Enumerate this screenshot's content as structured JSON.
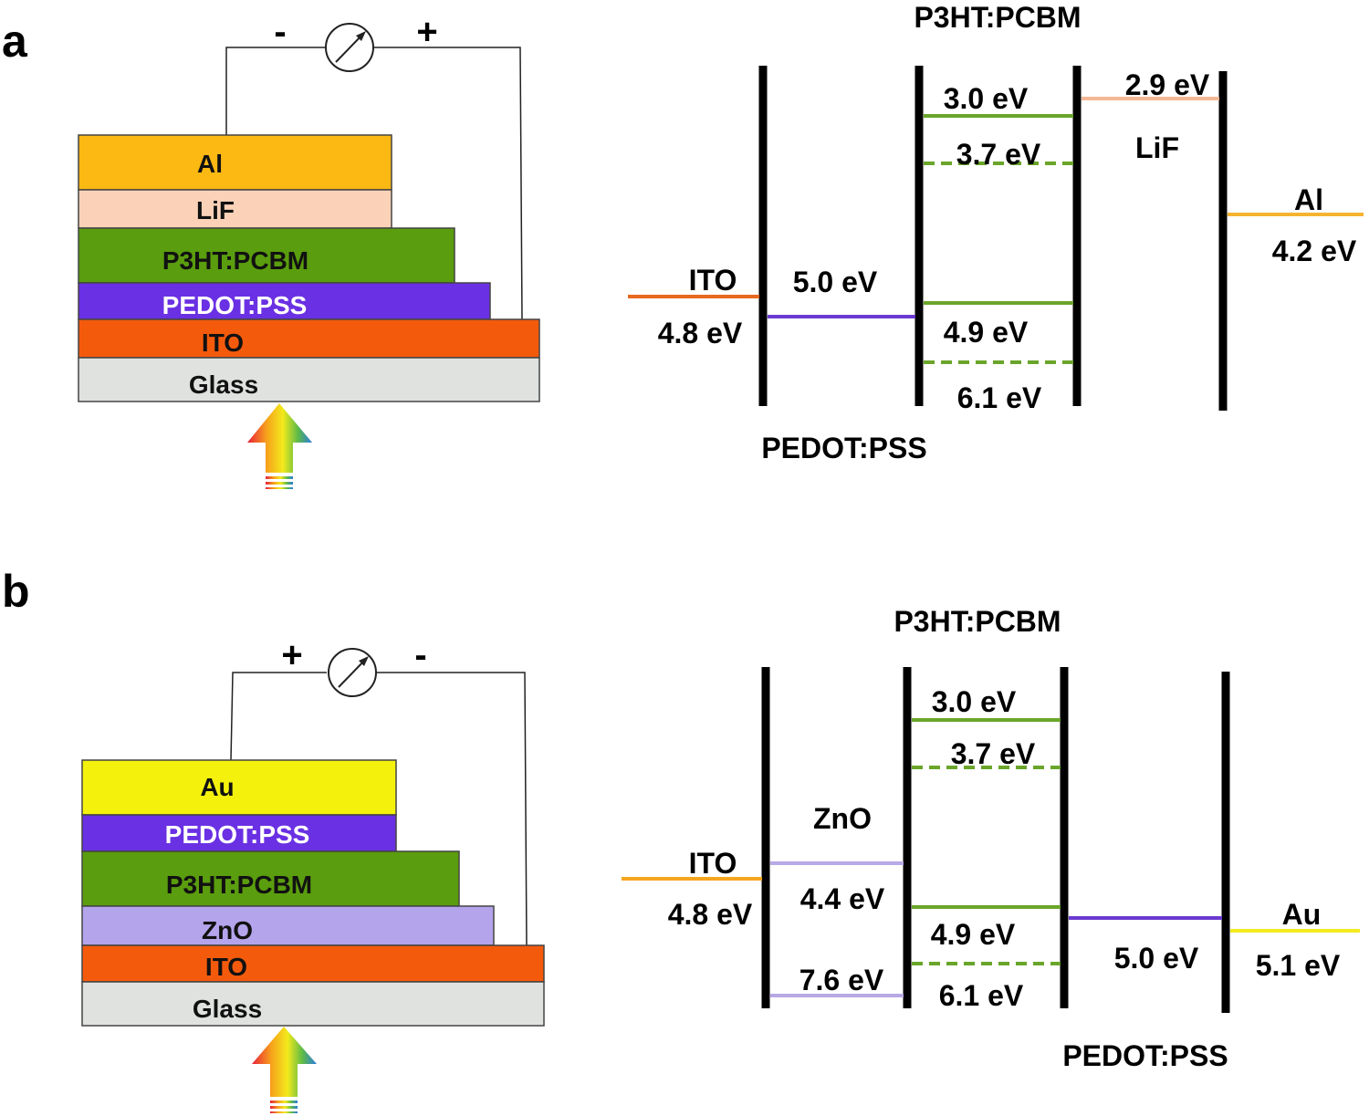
{
  "panel_a": {
    "label": "a",
    "stack": {
      "layers": [
        "Al",
        "LiF",
        "P3HT:PCBM",
        "PEDOT:PSS",
        "ITO",
        "Glass"
      ],
      "colors": [
        "#fcb813",
        "#fbd2b7",
        "#5a9d0e",
        "#6a30e3",
        "#f45a0c",
        "#dfe2df"
      ],
      "minus": "-",
      "plus": "+"
    },
    "energy": {
      "top_label": "P3HT:PCBM",
      "bottom_label": "PEDOT:PSS",
      "ito": {
        "name": "ITO",
        "value": "4.8 eV",
        "color": "#e8681e"
      },
      "pedot": {
        "value": "5.0 eV",
        "color": "#6a3ad0"
      },
      "p3ht": {
        "lumo": "3.0 eV",
        "homo": "4.9 eV",
        "color": "#6aa52a"
      },
      "pcbm": {
        "lumo": "3.7 eV",
        "homo": "6.1 eV"
      },
      "lif": {
        "name": "LiF",
        "value": "2.9 eV",
        "color": "#f4b894"
      },
      "al": {
        "name": "Al",
        "value": "4.2 eV",
        "color": "#f5b430"
      }
    }
  },
  "panel_b": {
    "label": "b",
    "stack": {
      "layers": [
        "Au",
        "PEDOT:PSS",
        "P3HT:PCBM",
        "ZnO",
        "ITO",
        "Glass"
      ],
      "colors": [
        "#f4f20c",
        "#6a30e3",
        "#5a9d0e",
        "#b4a4ec",
        "#f45a0c",
        "#dfe2df"
      ],
      "plus": "+",
      "minus": "-"
    },
    "energy": {
      "top_label": "P3HT:PCBM",
      "bottom_label": "PEDOT:PSS",
      "ito": {
        "name": "ITO",
        "value": "4.8 eV",
        "color": "#f5a51e"
      },
      "zno": {
        "name": "ZnO",
        "cb": "4.4 eV",
        "vb": "7.6 eV",
        "color": "#b7a8e6"
      },
      "p3ht": {
        "lumo": "3.0 eV",
        "homo": "4.9 eV",
        "color": "#6aa52a"
      },
      "pcbm": {
        "lumo": "3.7 eV",
        "homo": "6.1 eV"
      },
      "pedot": {
        "value": "5.0 eV",
        "color": "#6a3ad0"
      },
      "au": {
        "name": "Au",
        "value": "5.1 eV",
        "color": "#f4ea20"
      }
    }
  }
}
